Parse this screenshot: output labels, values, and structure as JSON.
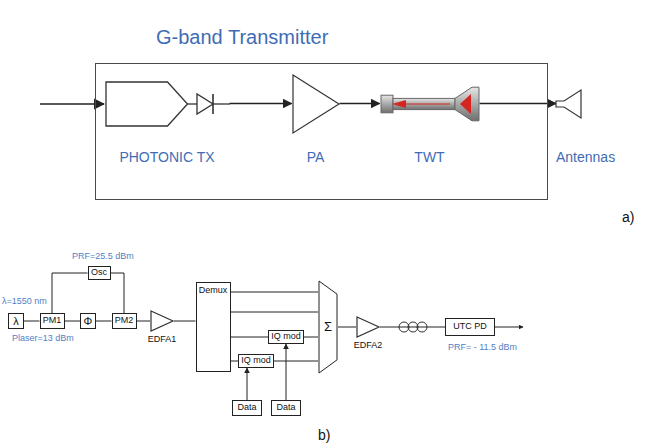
{
  "diagram": {
    "nodes": [
      {
        "text": [
          "G-band Transmitter"
        ]
      },
      {
        "text": [
          "PHOTONIC TX"
        ],
        "in": 0
      },
      {
        "text": [
          "PA"
        ],
        "in": 0
      },
      {
        "text": [
          "TWT"
        ],
        "in": 0
      },
      {
        "text": [
          "Antennas"
        ]
      },
      {
        "text": [
          "Osc"
        ]
      },
      {
        "text": [
          "λ"
        ]
      },
      {
        "text": [
          "PM1"
        ]
      },
      {
        "text": [
          "Φ"
        ]
      },
      {
        "text": [
          "PM2"
        ]
      },
      {
        "text": [
          "EDFA1"
        ]
      },
      {
        "text": [
          "Demux"
        ]
      },
      {
        "text": [
          "IQ mod"
        ]
      },
      {
        "text": [
          "IQ mod"
        ]
      },
      {
        "text": [
          "Σ"
        ]
      },
      {
        "text": [
          "EDFA2"
        ]
      },
      {
        "text": [
          "UTC PD"
        ]
      },
      {
        "text": [
          "Data"
        ]
      },
      {
        "text": [
          "Data"
        ]
      }
    ],
    "edges": [
      {
        "from": 1,
        "to": 2,
        "arrow": "to"
      },
      {
        "from": 2,
        "to": 3,
        "arrow": "to"
      },
      {
        "from": 3,
        "to": 4,
        "arrow": "to"
      },
      {
        "from": 5,
        "to": 7,
        "arrow": "none"
      },
      {
        "from": 5,
        "to": 9,
        "arrow": "none"
      },
      {
        "from": 6,
        "to": 7,
        "arrow": "none"
      },
      {
        "from": 7,
        "to": 8,
        "arrow": "none"
      },
      {
        "from": 8,
        "to": 9,
        "arrow": "none"
      },
      {
        "from": 9,
        "to": 10,
        "arrow": "none"
      },
      {
        "from": 10,
        "to": 11,
        "arrow": "none"
      },
      {
        "from": 11,
        "to": 14,
        "arrow": "none"
      },
      {
        "from": 11,
        "to": 14,
        "arrow": "none"
      },
      {
        "from": 11,
        "to": 12,
        "arrow": "none"
      },
      {
        "from": 11,
        "to": 13,
        "arrow": "none"
      },
      {
        "from": 12,
        "to": 14,
        "arrow": "none"
      },
      {
        "from": 13,
        "to": 14,
        "arrow": "none"
      },
      {
        "from": 17,
        "to": 13,
        "arrow": "to"
      },
      {
        "from": 18,
        "to": 12,
        "arrow": "to"
      },
      {
        "from": 14,
        "to": 15,
        "arrow": "none"
      },
      {
        "from": 15,
        "to": 16,
        "arrow": "none"
      }
    ],
    "labels": [
      "a)",
      "PRF=25.5 dBm",
      "λ=1550 nm",
      "Plaser=13 dBm",
      "PRF= - 11.5 dBm",
      "b)"
    ]
  }
}
